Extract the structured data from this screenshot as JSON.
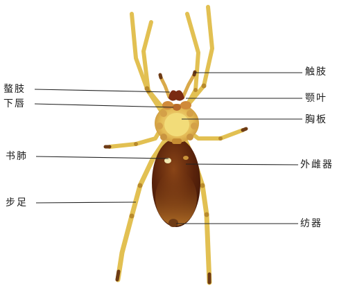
{
  "labels": {
    "chelicera": "螯肢",
    "labium": "下唇",
    "book_lung": "书肺",
    "walking_leg": "步足",
    "pedipalp": "触肢",
    "maxilla": "颚叶",
    "sternum": "胸板",
    "epigynum": "外雌器",
    "spinneret": "纺器"
  },
  "colors": {
    "leg": "#e2c052",
    "leg_joint": "#b88a2c",
    "leg_tip": "#6e3b15",
    "cephalothorax": "#e0b350",
    "sternum": "#f2dc79",
    "chelicera": "#7a2b12",
    "abdomen_dark": "#4a1b08",
    "abdomen_mid": "#7d3a12",
    "abdomen_light": "#b0691f",
    "leader_line": "#222222"
  }
}
